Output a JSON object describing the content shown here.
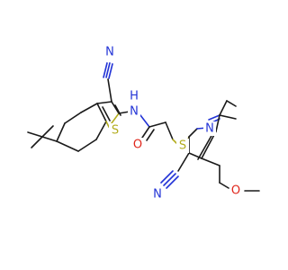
{
  "atoms": {
    "n_nitrile_1": "N",
    "nh": "N",
    "h_nh": "H",
    "s_thiophene": "S",
    "o_amide": "O",
    "s_thioether": "S",
    "n_pyridine": "N",
    "n_nitrile_2": "N",
    "o_methoxy": "O"
  },
  "colors": {
    "carbon": "#1a1a1a",
    "nitrogen": "#2233d6",
    "oxygen": "#e0261b",
    "sulfur": "#b3ad1f"
  }
}
